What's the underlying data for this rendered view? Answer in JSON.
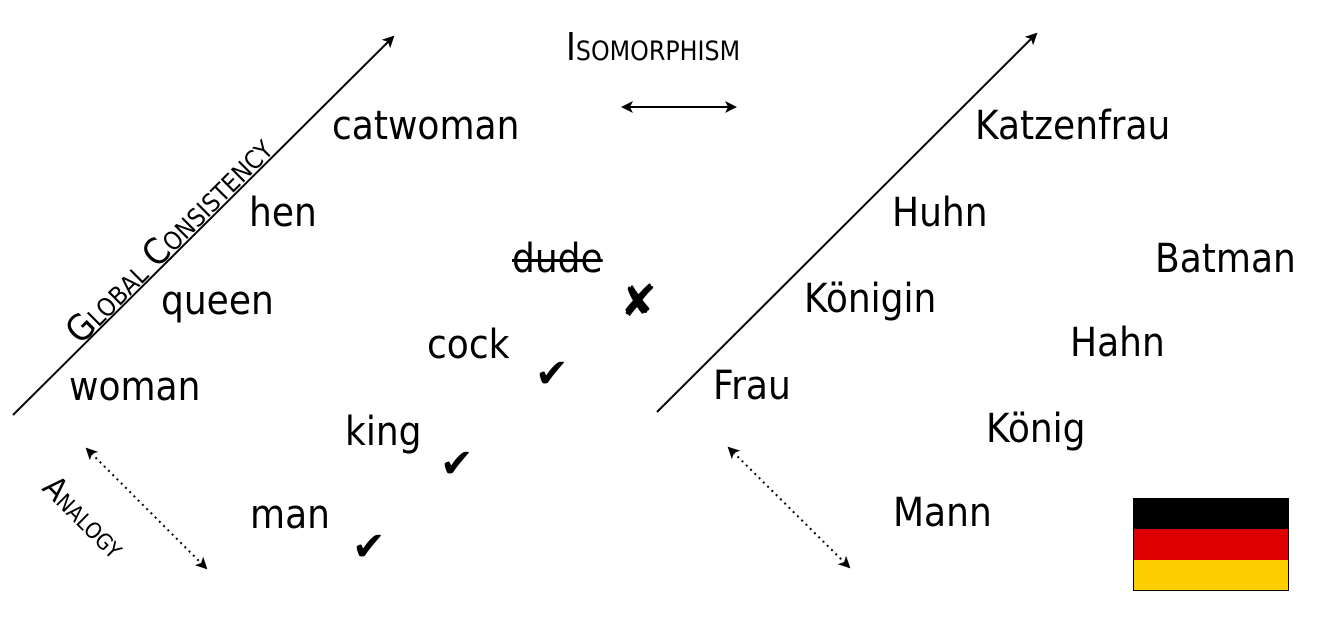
{
  "labels": {
    "isomorphism": "Isomorphism",
    "global_consistency": "Global Consistency",
    "analogy": "Analogy"
  },
  "english_words": {
    "catwoman": "catwoman",
    "hen": "hen",
    "queen": "queen",
    "woman": "woman",
    "dude": "dude",
    "cock": "cock",
    "king": "king",
    "man": "man"
  },
  "german_words": {
    "katzenfrau": "Katzenfrau",
    "huhn": "Huhn",
    "batman": "Batman",
    "koenigin": "Königin",
    "hahn": "Hahn",
    "frau": "Frau",
    "koenig": "König",
    "mann": "Mann"
  },
  "marks": {
    "cross": "✘",
    "check": "✔"
  },
  "flag": {
    "icon": "german-flag-icon",
    "stripes": [
      "#000000",
      "#dd0000",
      "#ffce00"
    ]
  }
}
